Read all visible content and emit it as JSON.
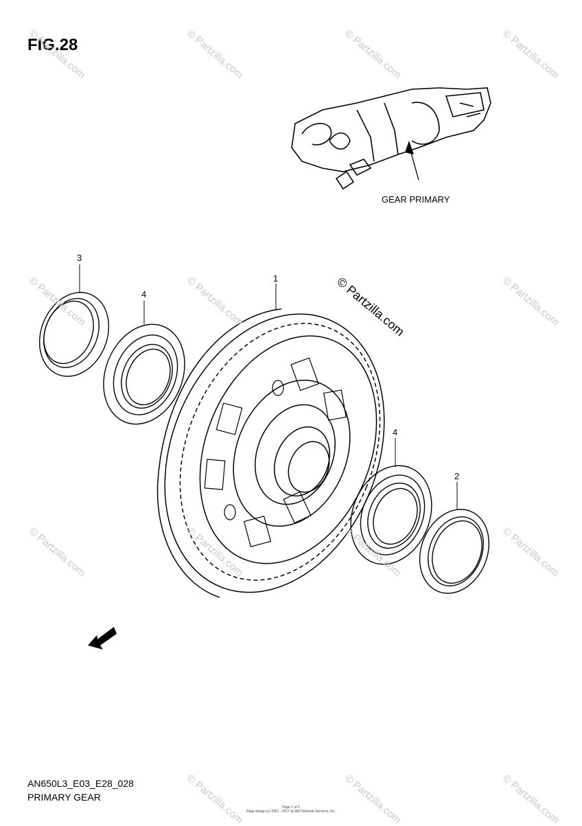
{
  "figure": {
    "title": "FIG.28"
  },
  "inset": {
    "label": "GEAR PRIMARY"
  },
  "callouts": [
    "1",
    "2",
    "3",
    "4",
    "4"
  ],
  "fwd_label": "FWD",
  "footer": {
    "code": "AN650L3_E03_E28_028",
    "title": "PRIMARY GEAR",
    "page": "Page 1 of 1",
    "copyright": "Page design (c) 2001 - 2017 by ARI Network Services, Inc."
  },
  "watermark": {
    "text": "© Partzilla.com",
    "stamp": "© Partzilla.com"
  }
}
